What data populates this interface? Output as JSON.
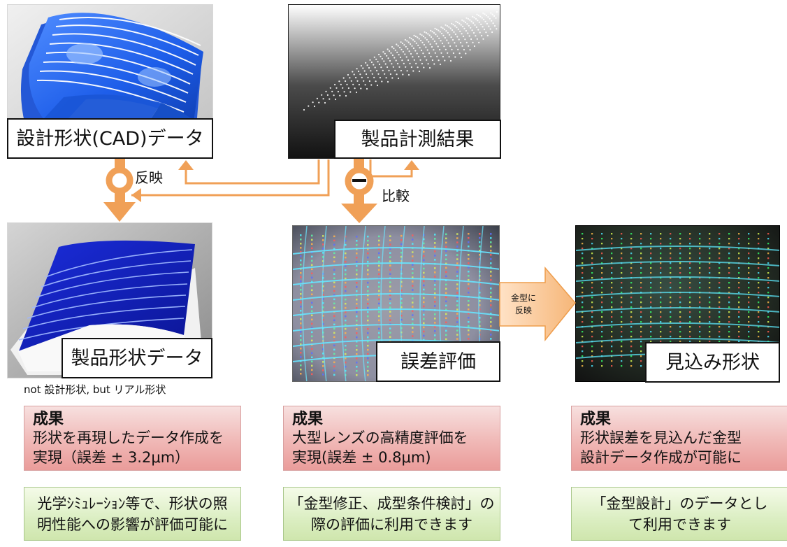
{
  "labels": {
    "cad": "設計形状(CAD)データ",
    "measurement": "製品計測結果",
    "product_shape": "製品形状データ",
    "error_eval": "誤差評価",
    "expected_shape": "見込み形状",
    "reflect": "反映",
    "compare": "比較",
    "mold_reflect_line1": "金型に",
    "mold_reflect_line2": "反映",
    "note": "not 設計形状, but リアル形状"
  },
  "results": [
    {
      "title": "成果",
      "text": "形状を再現したデータ作成を\n実現（誤差 ± 3.2μm）"
    },
    {
      "title": "成果",
      "text": "大型レンズの高精度評価を\n実現(誤差 ± 0.8μm)"
    },
    {
      "title": "成果",
      "text": "形状誤差を見込んだ金型\n設計データ作成が可能に"
    }
  ],
  "uses": [
    {
      "text": "光学ｼﾐｭﾚｰｼｮﾝ等で、形状の照\n明性能への影響が評価可能に"
    },
    {
      "text": "「金型修正、成型条件検討」の\n際の評価に利用できます"
    },
    {
      "text": "「金型設計」のデータとし\nて利用できます"
    }
  ],
  "colors": {
    "accent_orange": "#f3a153",
    "result_red": "#f0b8b6",
    "use_green": "#dbeec2",
    "cad_blue": "#1d5de9",
    "product_blue": "#1424c6"
  }
}
